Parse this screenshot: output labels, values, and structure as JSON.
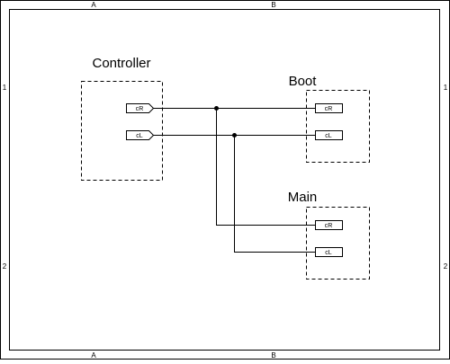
{
  "frame": {
    "column_labels": [
      "A",
      "B"
    ],
    "row_labels": [
      "1",
      "2"
    ]
  },
  "blocks": [
    {
      "id": "controller",
      "title": "Controller",
      "ports": [
        "cR",
        "cL"
      ]
    },
    {
      "id": "boot",
      "title": "Boot",
      "ports": [
        "cR",
        "cL"
      ]
    },
    {
      "id": "main",
      "title": "Main",
      "ports": [
        "cR",
        "cL"
      ]
    }
  ],
  "nets": [
    {
      "name": "cR",
      "from": "controller.cR",
      "to": [
        "boot.cR",
        "main.cR"
      ]
    },
    {
      "name": "cL",
      "from": "controller.cL",
      "to": [
        "boot.cL",
        "main.cL"
      ]
    }
  ],
  "colors": {
    "stroke": "#000000",
    "background": "#ffffff"
  }
}
